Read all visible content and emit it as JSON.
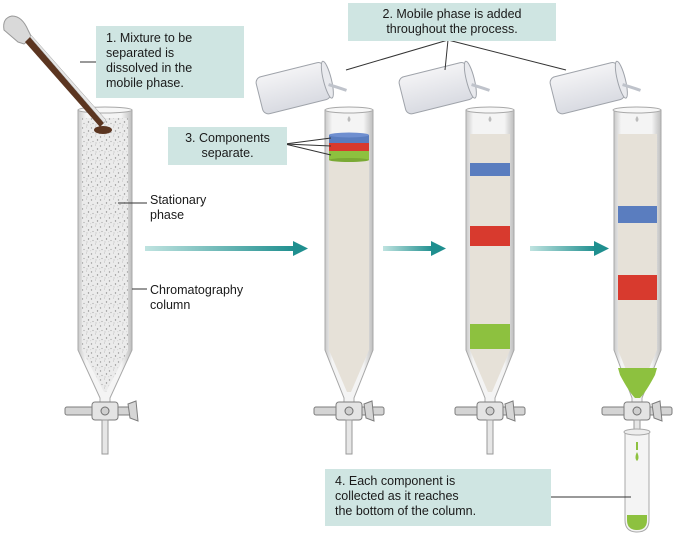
{
  "steps": {
    "step1": {
      "line1": "1. Mixture to be",
      "line2": "separated is",
      "line3": "dissolved in the",
      "line4": "mobile phase."
    },
    "step2": {
      "line1": "2. Mobile phase is added",
      "line2": "throughout the process."
    },
    "step3": {
      "line1": "3. Components",
      "line2": "separate."
    },
    "step4": {
      "line1": "4. Each component is",
      "line2": "collected as it reaches",
      "line3": "the bottom of the column."
    }
  },
  "labels": {
    "stationary_line1": "Stationary",
    "stationary_line2": "phase",
    "column_line1": "Chromatography",
    "column_line2": "column"
  },
  "colors": {
    "callout_bg": "#cfe5e2",
    "arrow": "#1f8f8f",
    "column_fill": "#e6e1d8",
    "stationary_speckle": "#9a9a9a",
    "blue_band": "#5a7dbf",
    "red_band": "#d83a2e",
    "green_band": "#8dc13f",
    "pipette": "#5b3520"
  }
}
